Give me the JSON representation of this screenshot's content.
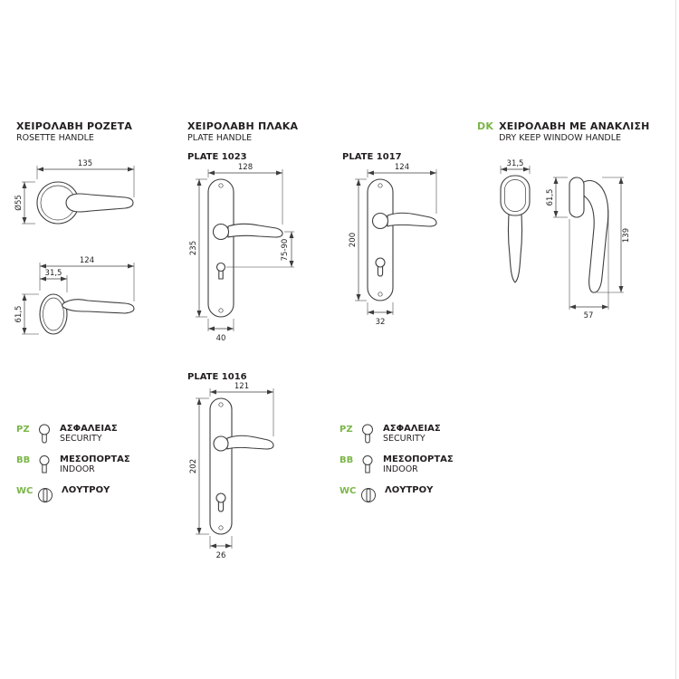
{
  "colors": {
    "accent_green": "#7ab648",
    "line": "#3d3d3d",
    "text": "#231f20"
  },
  "sections": {
    "rosette": {
      "title_gr": "ΧΕΙΡΟΛΑΒΗ ΡΟΖΕΤΑ",
      "title_en": "ROSETTE HANDLE",
      "top_view": {
        "length": "135",
        "rose_diameter": "Ø55"
      },
      "side_view": {
        "length": "124",
        "rose_width": "31,5",
        "rose_height": "61,5"
      }
    },
    "plate": {
      "title_gr": "ΧΕΙΡΟΛΑΒΗ ΠΛΑΚΑ",
      "title_en": "PLATE HANDLE",
      "p1023": {
        "name": "PLATE 1023",
        "width": "128",
        "height": "235",
        "centre_distance": "75-90",
        "plate_width": "40"
      },
      "p1017": {
        "name": "PLATE 1017",
        "width": "124",
        "height": "200",
        "plate_width": "32"
      },
      "p1016": {
        "name": "PLATE 1016",
        "width": "121",
        "height": "202",
        "plate_width": "26"
      }
    },
    "dk": {
      "code": "DK",
      "title_gr": "ΧΕΙΡΟΛΑΒΗ ΜΕ ΑΝΑΚΛΙΣΗ",
      "title_en": "DRY KEEP WINDOW HANDLE",
      "front_view": {
        "width": "31,5"
      },
      "side_view": {
        "base_height": "61,5",
        "total_height": "139",
        "depth": "57"
      }
    }
  },
  "legend": [
    {
      "code": "PZ",
      "label_gr": "ΑΣΦΑΛΕΙΑΣ",
      "label_en": "SECURITY"
    },
    {
      "code": "BB",
      "label_gr": "ΜΕΣΟΠΟΡΤΑΣ",
      "label_en": "INDOOR"
    },
    {
      "code": "WC",
      "label_gr": "ΛΟΥΤΡΟΥ",
      "label_en": ""
    }
  ]
}
